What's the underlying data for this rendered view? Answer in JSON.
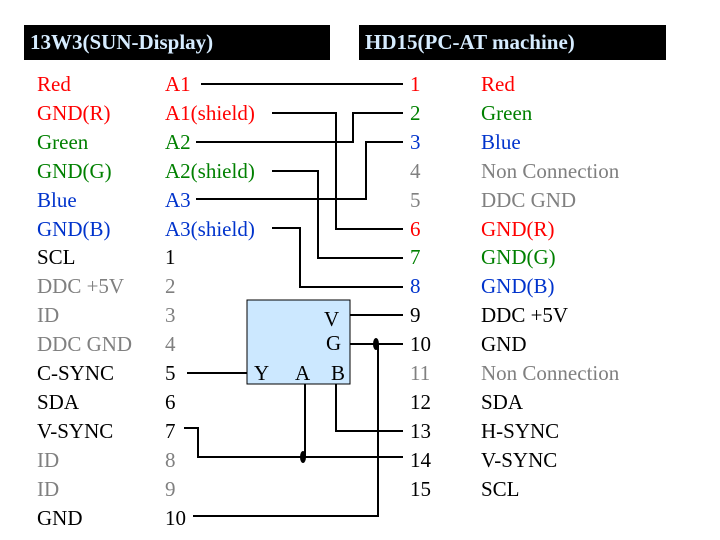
{
  "headers": {
    "left": "13W3(SUN-Display)",
    "right": "HD15(PC-AT machine)"
  },
  "colors": {
    "red": "#ff0000",
    "green": "#008000",
    "blue": "#0033cc",
    "black": "#000000",
    "gray": "#808080",
    "header_bg": "#000000",
    "header_text": "#d6ecff",
    "gate_fill": "#cce8ff"
  },
  "left_connector": {
    "rows": [
      {
        "signal": "Red",
        "pin": "A1",
        "color": "red"
      },
      {
        "signal": "GND(R)",
        "pin": "A1(shield)",
        "color": "red"
      },
      {
        "signal": "Green",
        "pin": "A2",
        "color": "green"
      },
      {
        "signal": "GND(G)",
        "pin": "A2(shield)",
        "color": "green"
      },
      {
        "signal": "Blue",
        "pin": "A3",
        "color": "blue"
      },
      {
        "signal": "GND(B)",
        "pin": "A3(shield)",
        "color": "blue"
      },
      {
        "signal": "SCL",
        "pin": "1",
        "color": "black"
      },
      {
        "signal": "DDC +5V",
        "pin": "2",
        "color": "gray"
      },
      {
        "signal": "ID",
        "pin": "3",
        "color": "gray"
      },
      {
        "signal": "DDC GND",
        "pin": "4",
        "color": "gray"
      },
      {
        "signal": "C-SYNC",
        "pin": "5",
        "color": "black"
      },
      {
        "signal": "SDA",
        "pin": "6",
        "color": "black"
      },
      {
        "signal": "V-SYNC",
        "pin": "7",
        "color": "black"
      },
      {
        "signal": "ID",
        "pin": "8",
        "color": "gray"
      },
      {
        "signal": "ID",
        "pin": "9",
        "color": "gray"
      },
      {
        "signal": "GND",
        "pin": "10",
        "color": "black"
      }
    ]
  },
  "right_connector": {
    "rows": [
      {
        "pin": "1",
        "signal": "Red",
        "color": "red"
      },
      {
        "pin": "2",
        "signal": "Green",
        "color": "green"
      },
      {
        "pin": "3",
        "signal": "Blue",
        "color": "blue"
      },
      {
        "pin": "4",
        "signal": "Non Connection",
        "color": "gray"
      },
      {
        "pin": "5",
        "signal": "DDC GND",
        "color": "gray"
      },
      {
        "pin": "6",
        "signal": "GND(R)",
        "color": "red"
      },
      {
        "pin": "7",
        "signal": "GND(G)",
        "color": "green"
      },
      {
        "pin": "8",
        "signal": "GND(B)",
        "color": "blue"
      },
      {
        "pin": "9",
        "signal": "DDC +5V",
        "color": "black"
      },
      {
        "pin": "10",
        "signal": "GND",
        "color": "black"
      },
      {
        "pin": "11",
        "signal": "Non Connection",
        "color": "gray"
      },
      {
        "pin": "12",
        "signal": "SDA",
        "color": "black"
      },
      {
        "pin": "13",
        "signal": "H-SYNC",
        "color": "black"
      },
      {
        "pin": "14",
        "signal": "V-SYNC",
        "color": "black"
      },
      {
        "pin": "15",
        "signal": "SCL",
        "color": "black"
      }
    ]
  },
  "gate": {
    "labels": {
      "v": "V",
      "g": "G",
      "y": "Y",
      "a": "A",
      "b": "B"
    }
  },
  "connections": [
    {
      "from": "A1",
      "to": "1"
    },
    {
      "from": "A1(shield)",
      "to": "6"
    },
    {
      "from": "A2",
      "to": "2"
    },
    {
      "from": "A2(shield)",
      "to": "7"
    },
    {
      "from": "A3",
      "to": "3"
    },
    {
      "from": "A3(shield)",
      "to": "8"
    },
    {
      "from": "5",
      "to": "gate.Y"
    },
    {
      "from": "gate.V",
      "to": "9"
    },
    {
      "from": "gate.G",
      "to": "10"
    },
    {
      "from": "gate.A",
      "to": "14"
    },
    {
      "from": "gate.B",
      "to": "13"
    },
    {
      "from": "7",
      "to": "14"
    },
    {
      "from": "10",
      "to": "10"
    }
  ]
}
